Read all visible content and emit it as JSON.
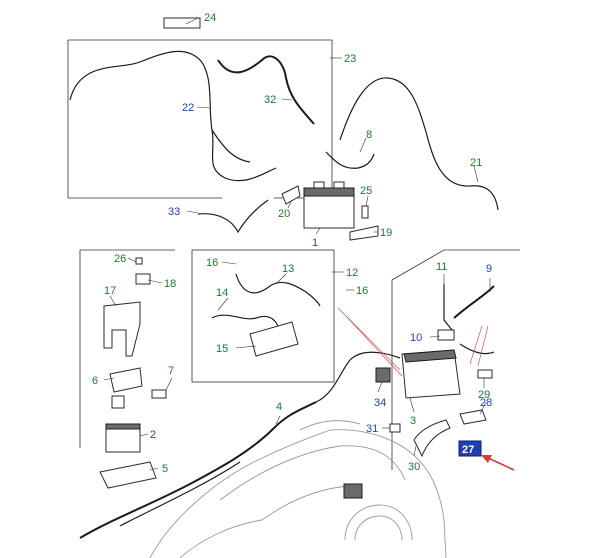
{
  "callouts": [
    {
      "id": "c1",
      "label": "1",
      "color": "blue"
    },
    {
      "id": "c2",
      "label": "2",
      "color": "blue"
    },
    {
      "id": "c3",
      "label": "3",
      "color": "green"
    },
    {
      "id": "c4",
      "label": "4",
      "color": "green"
    },
    {
      "id": "c5",
      "label": "5",
      "color": "green"
    },
    {
      "id": "c6",
      "label": "6",
      "color": "green"
    },
    {
      "id": "c7",
      "label": "7",
      "color": "green"
    },
    {
      "id": "c8",
      "label": "8",
      "color": "green"
    },
    {
      "id": "c9",
      "label": "9",
      "color": "blue"
    },
    {
      "id": "c10",
      "label": "10",
      "color": "blue"
    },
    {
      "id": "c11",
      "label": "11",
      "color": "green"
    },
    {
      "id": "c12",
      "label": "12",
      "color": "green"
    },
    {
      "id": "c13",
      "label": "13",
      "color": "green"
    },
    {
      "id": "c14",
      "label": "14",
      "color": "green"
    },
    {
      "id": "c15",
      "label": "15",
      "color": "green"
    },
    {
      "id": "c16a",
      "label": "16",
      "color": "green"
    },
    {
      "id": "c16b",
      "label": "16",
      "color": "green"
    },
    {
      "id": "c17",
      "label": "17",
      "color": "green"
    },
    {
      "id": "c18",
      "label": "18",
      "color": "green"
    },
    {
      "id": "c19",
      "label": "19",
      "color": "green"
    },
    {
      "id": "c20",
      "label": "20",
      "color": "green"
    },
    {
      "id": "c21",
      "label": "21",
      "color": "green"
    },
    {
      "id": "c22",
      "label": "22",
      "color": "blue"
    },
    {
      "id": "c23",
      "label": "23",
      "color": "green"
    },
    {
      "id": "c24",
      "label": "24",
      "color": "green"
    },
    {
      "id": "c25",
      "label": "25",
      "color": "green"
    },
    {
      "id": "c26",
      "label": "26",
      "color": "green"
    },
    {
      "id": "c27",
      "label": "27",
      "color": "blue",
      "highlighted": true
    },
    {
      "id": "c28",
      "label": "28",
      "color": "blue"
    },
    {
      "id": "c29",
      "label": "29",
      "color": "green"
    },
    {
      "id": "c30",
      "label": "30",
      "color": "green"
    },
    {
      "id": "c31",
      "label": "31",
      "color": "blue"
    },
    {
      "id": "c32",
      "label": "32",
      "color": "green"
    },
    {
      "id": "c33",
      "label": "33",
      "color": "blue"
    },
    {
      "id": "c34",
      "label": "34",
      "color": "blue"
    }
  ],
  "colors": {
    "green_label": "#1d7a2b",
    "blue_label": "#1f3fb8",
    "highlight_bg": "#1f3fb8",
    "highlight_text": "#ffffff",
    "pointer_arrow": "#d63a3a",
    "leader_line": "#333333",
    "background": "#ffffff"
  },
  "icons": {
    "pointer": "red-arrow-icon"
  }
}
